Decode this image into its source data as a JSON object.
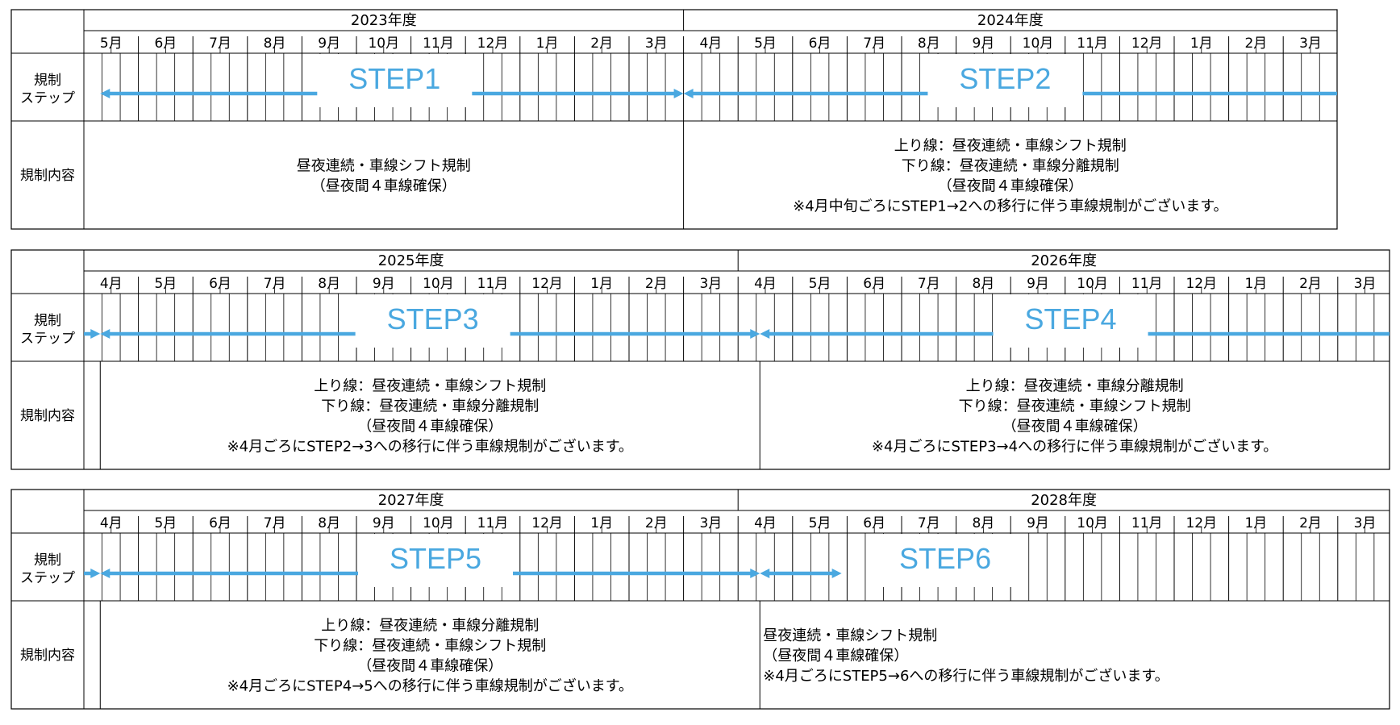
{
  "row_labels": {
    "steps": [
      "規制",
      "ステップ"
    ],
    "content": "規制内容"
  },
  "colors": {
    "arrow": "#4aa8e0",
    "step_label": "#4aa8e0",
    "grid": "#000000"
  },
  "timelines": [
    {
      "months": [
        "5月",
        "6月",
        "7月",
        "8月",
        "9月",
        "10月",
        "11月",
        "12月",
        "1月",
        "2月",
        "3月",
        "4月",
        "5月",
        "6月",
        "7月",
        "8月",
        "9月",
        "10月",
        "11月",
        "12月",
        "1月",
        "2月",
        "3月"
      ],
      "years": [
        {
          "label": "2023年度",
          "start": 0,
          "end": 11
        },
        {
          "label": "2024年度",
          "start": 11,
          "end": 23
        }
      ],
      "arrows": [
        {
          "from": 0.3,
          "to": 11,
          "head_start": true,
          "head_end": true
        },
        {
          "from": 11,
          "to": 23,
          "head_start": true,
          "head_end": false
        }
      ],
      "steps": [
        {
          "label": "STEP1",
          "center": 5.7
        },
        {
          "label": "STEP2",
          "center": 16.9
        }
      ],
      "dividers": [
        11
      ],
      "contents": [
        {
          "lines": [
            "昼夜連続・車線シフト規制",
            "（昼夜間４車線確保）"
          ],
          "start": 0,
          "end": 11,
          "align": "center"
        },
        {
          "lines": [
            "上り線：昼夜連続・車線シフト規制",
            "下り線：昼夜連続・車線分離規制",
            "（昼夜間４車線確保）",
            "※4月中旬ごろにSTEP1→2への移行に伴う車線規制がございます。"
          ],
          "start": 11,
          "end": 23,
          "align": "center"
        }
      ]
    },
    {
      "months": [
        "4月",
        "5月",
        "6月",
        "7月",
        "8月",
        "9月",
        "10月",
        "11月",
        "12月",
        "1月",
        "2月",
        "3月",
        "4月",
        "5月",
        "6月",
        "7月",
        "8月",
        "9月",
        "10月",
        "11月",
        "12月",
        "1月",
        "2月",
        "3月"
      ],
      "years": [
        {
          "label": "2025年度",
          "start": 0,
          "end": 12
        },
        {
          "label": "2026年度",
          "start": 12,
          "end": 24
        }
      ],
      "arrows": [
        {
          "from": 0,
          "to": 0.3,
          "head_start": false,
          "head_end": true
        },
        {
          "from": 0.3,
          "to": 12.4,
          "head_start": true,
          "head_end": true
        },
        {
          "from": 12.4,
          "to": 24,
          "head_start": true,
          "head_end": false
        }
      ],
      "steps": [
        {
          "label": "STEP3",
          "center": 6.4
        },
        {
          "label": "STEP4",
          "center": 18.1
        }
      ],
      "dividers": [
        0.3,
        12.4
      ],
      "contents": [
        {
          "lines": [
            "上り線：昼夜連続・車線シフト規制",
            "下り線：昼夜連続・車線分離規制",
            "（昼夜間４車線確保）",
            "※4月ごろにSTEP2→3への移行に伴う車線規制がございます。"
          ],
          "start": 0.3,
          "end": 12.4,
          "align": "center"
        },
        {
          "lines": [
            "上り線：昼夜連続・車線分離規制",
            "下り線：昼夜連続・車線シフト規制",
            "（昼夜間４車線確保）",
            "※4月ごろにSTEP3→4への移行に伴う車線規制がございます。"
          ],
          "start": 12.4,
          "end": 24,
          "align": "center"
        }
      ]
    },
    {
      "months": [
        "4月",
        "5月",
        "6月",
        "7月",
        "8月",
        "9月",
        "10月",
        "11月",
        "12月",
        "1月",
        "2月",
        "3月",
        "4月",
        "5月",
        "6月",
        "7月",
        "8月",
        "9月",
        "10月",
        "11月",
        "12月",
        "1月",
        "2月",
        "3月"
      ],
      "years": [
        {
          "label": "2027年度",
          "start": 0,
          "end": 12
        },
        {
          "label": "2028年度",
          "start": 12,
          "end": 24
        }
      ],
      "arrows": [
        {
          "from": 0,
          "to": 0.3,
          "head_start": false,
          "head_end": true
        },
        {
          "from": 0.3,
          "to": 12.4,
          "head_start": true,
          "head_end": true
        },
        {
          "from": 12.4,
          "to": 13.9,
          "head_start": true,
          "head_end": true
        }
      ],
      "steps": [
        {
          "label": "STEP5",
          "center": 6.45
        },
        {
          "label": "STEP6",
          "center": 15.8
        }
      ],
      "dividers": [
        0.3,
        12.4
      ],
      "contents": [
        {
          "lines": [
            "上り線：昼夜連続・車線分離規制",
            "下り線：昼夜連続・車線シフト規制",
            "（昼夜間４車線確保）",
            "※4月ごろにSTEP4→5への移行に伴う車線規制がございます。"
          ],
          "start": 0.3,
          "end": 12.4,
          "align": "center"
        },
        {
          "lines": [
            "昼夜連続・車線シフト規制",
            "（昼夜間４車線確保）",
            "※4月ごろにSTEP5→6への移行に伴う車線規制がございます。"
          ],
          "start": 12.4,
          "end": 24,
          "align": "left"
        }
      ]
    }
  ]
}
